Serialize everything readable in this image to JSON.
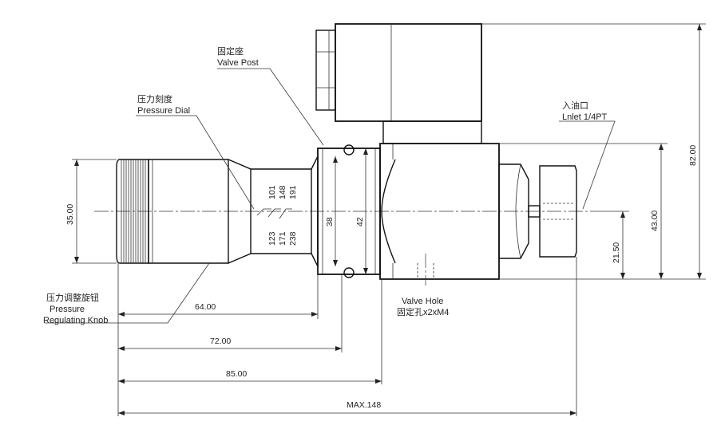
{
  "labels": {
    "valve_post_cn": "固定座",
    "valve_post_en": "Valve Post",
    "pressure_dial_cn": "压力刻度",
    "pressure_dial_en": "Pressure Dial",
    "inlet_cn": "入油口",
    "inlet_en": "Lnlet 1/4PT",
    "knob_cn": "压力调整旋钮",
    "knob_en_1": "Pressure",
    "knob_en_2": "Regulating Knob",
    "valve_hole_en": "Valve Hole",
    "valve_hole_cn": "固定孔x2xM4"
  },
  "scale": {
    "row1": [
      "101",
      "148",
      "191"
    ],
    "row2": [
      "123",
      "171",
      "238"
    ]
  },
  "dimensions": {
    "d35": "35.00",
    "d38": "38",
    "d42": "42",
    "d82": "82.00",
    "d43": "43.00",
    "d2150": "21.50",
    "d64": "64.00",
    "d72": "72.00",
    "d85": "85.00",
    "dmax": "MAX.148"
  }
}
